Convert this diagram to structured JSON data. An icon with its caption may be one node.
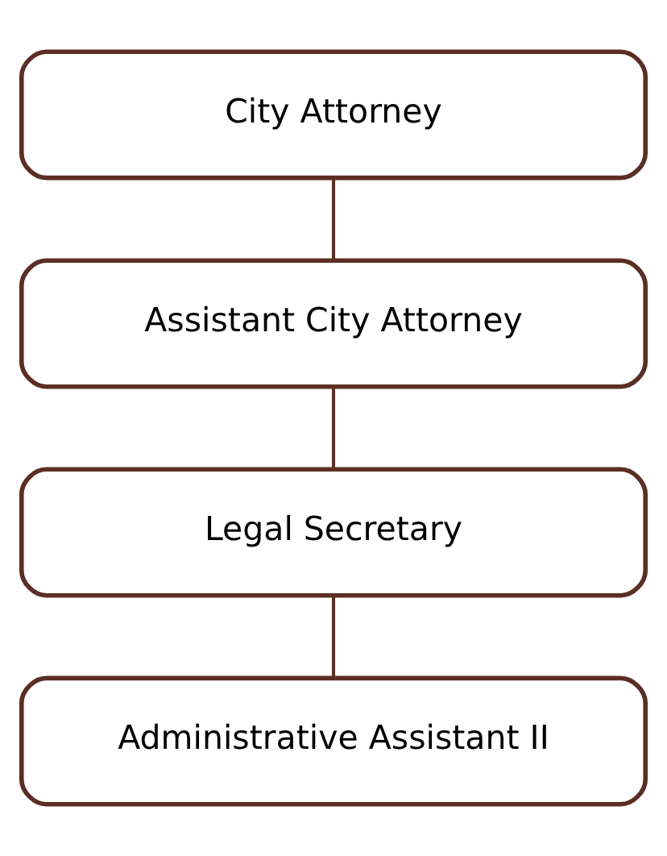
{
  "diagram": {
    "nodes": [
      {
        "text": [
          "City Attorney"
        ]
      },
      {
        "text": [
          "Assistant City Attorney"
        ]
      },
      {
        "text": [
          "Legal Secretary"
        ]
      },
      {
        "text": [
          "Administrative Assistant II"
        ]
      }
    ],
    "edges": [
      {
        "from": 0,
        "to": 1,
        "arrow": "none"
      },
      {
        "from": 1,
        "to": 2,
        "arrow": "none"
      },
      {
        "from": 2,
        "to": 3,
        "arrow": "none"
      }
    ]
  }
}
